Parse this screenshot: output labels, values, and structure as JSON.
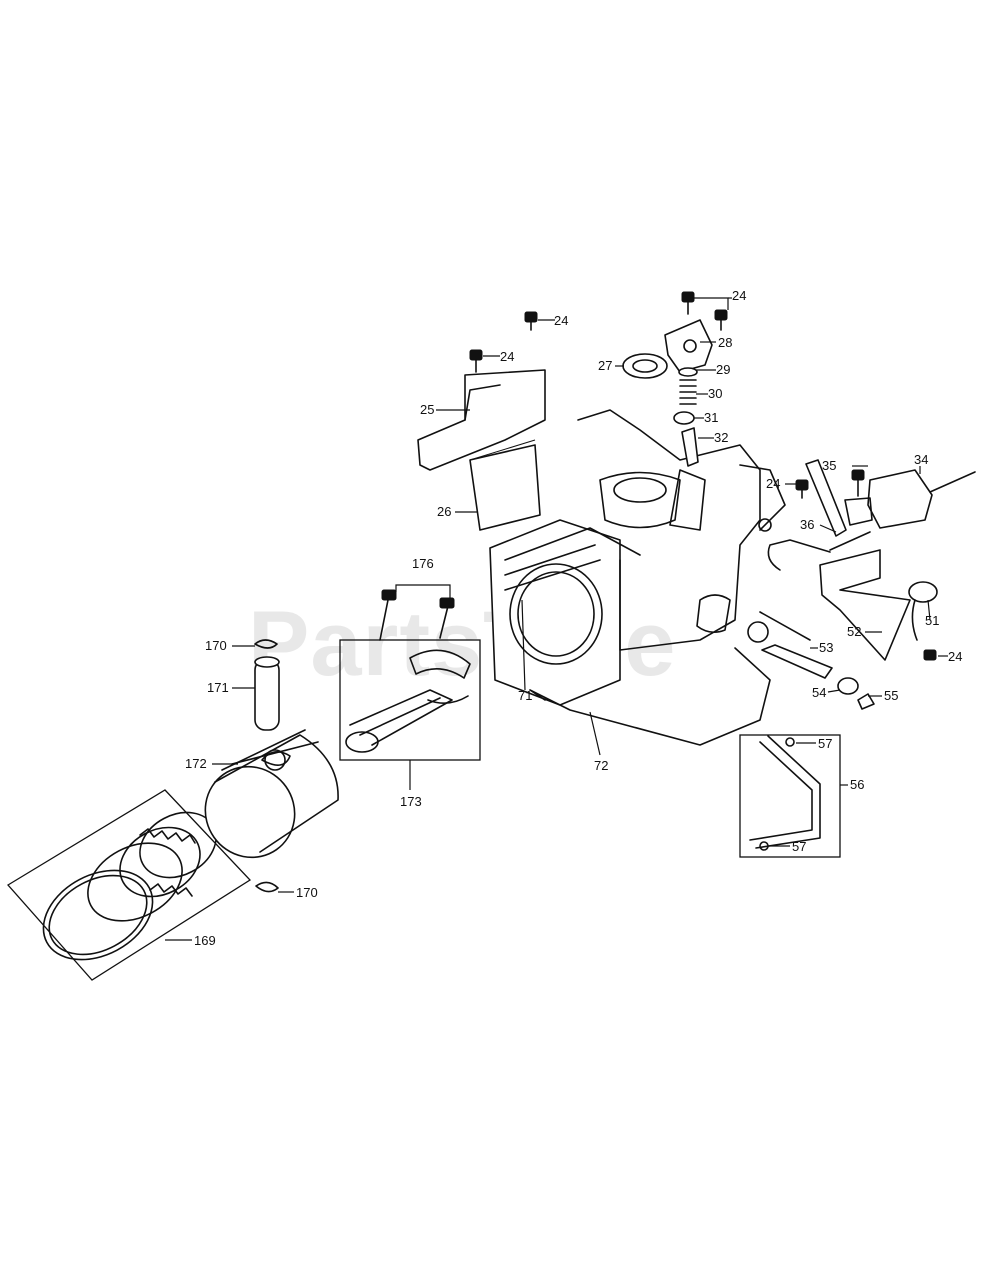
{
  "watermark": "PartsTree",
  "labels": {
    "l24a": "24",
    "l24b": "24",
    "l24c": "24",
    "l24d": "24",
    "l24e": "24",
    "l25": "25",
    "l26": "26",
    "l27": "27",
    "l28": "28",
    "l29": "29",
    "l30": "30",
    "l31": "31",
    "l32": "32",
    "l34": "34",
    "l35": "35",
    "l36": "36",
    "l51": "51",
    "l52": "52",
    "l53": "53",
    "l54": "54",
    "l55": "55",
    "l56": "56",
    "l57a": "57",
    "l57b": "57",
    "l71": "71",
    "l72": "72",
    "l169": "169",
    "l170a": "170",
    "l170b": "170",
    "l171": "171",
    "l172": "172",
    "l173": "173",
    "l176": "176"
  }
}
